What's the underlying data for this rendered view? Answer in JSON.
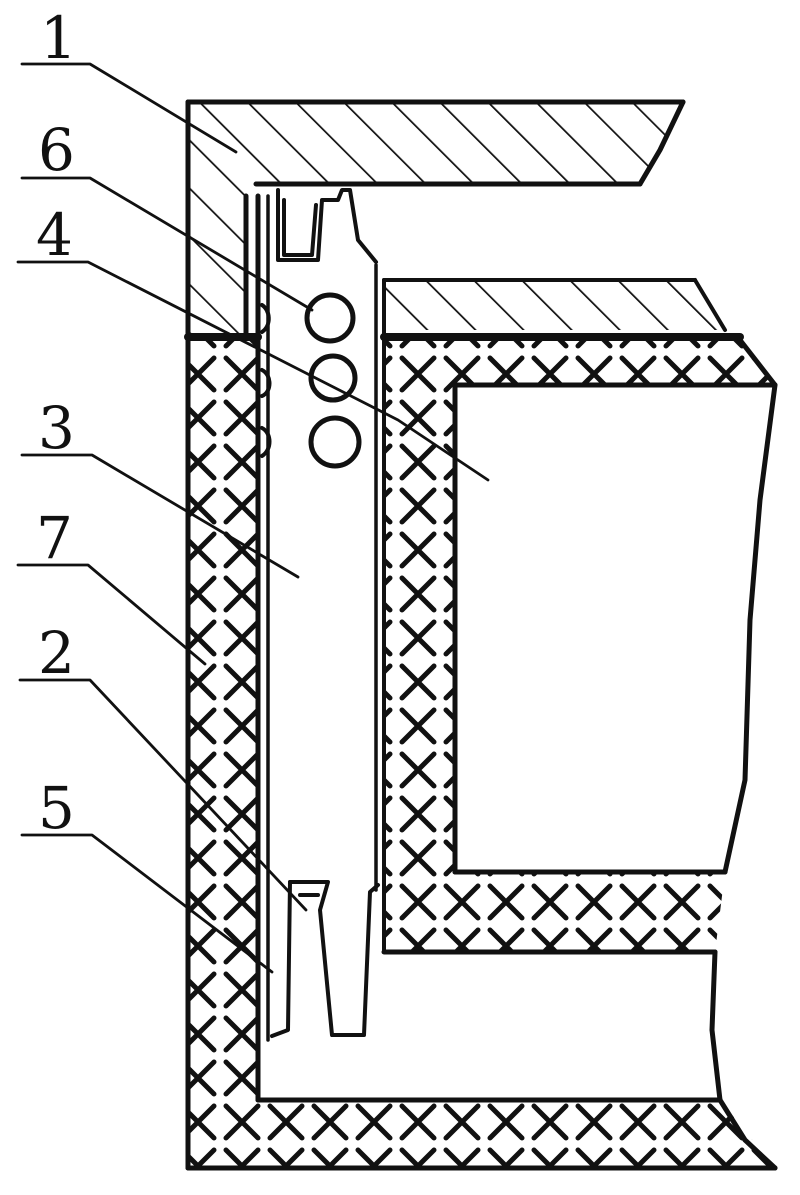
{
  "figure": {
    "labels": [
      {
        "id": "part-1",
        "text": "1"
      },
      {
        "id": "part-6",
        "text": "6"
      },
      {
        "id": "part-4",
        "text": "4"
      },
      {
        "id": "part-3",
        "text": "3"
      },
      {
        "id": "part-7",
        "text": "7"
      },
      {
        "id": "part-2",
        "text": "2"
      },
      {
        "id": "part-5",
        "text": "5"
      }
    ],
    "colors": {
      "ink": "#111111",
      "paper": "#ffffff"
    }
  }
}
